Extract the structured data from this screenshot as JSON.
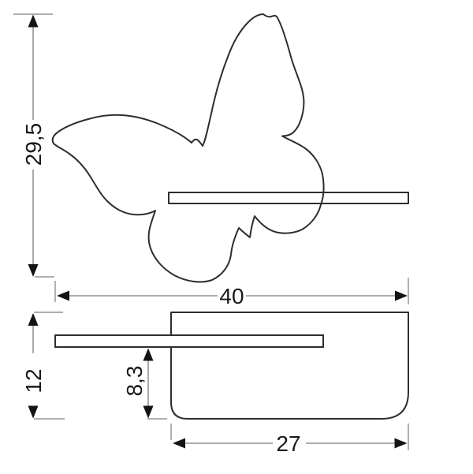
{
  "drawing": {
    "front_view": {
      "height_label": "29,5",
      "width_label": "40"
    },
    "side_view": {
      "height_label": "12",
      "shelf_offset_label": "8,3",
      "depth_label": "27"
    }
  },
  "colors": {
    "bg": "#ffffff",
    "line": "#2e2e2e",
    "dim": "#7d7d7d",
    "text": "#1a1a1a",
    "arrow": "#141414"
  }
}
